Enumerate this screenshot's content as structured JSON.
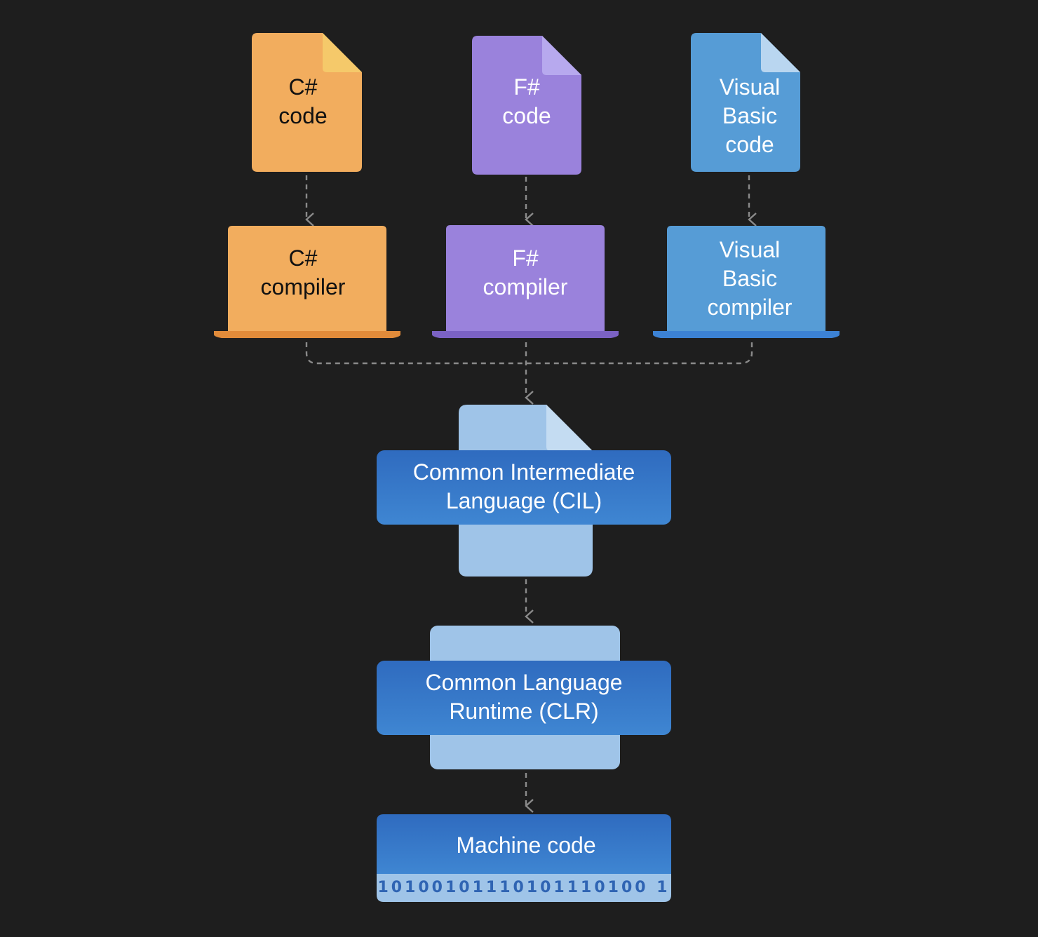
{
  "sources": [
    {
      "id": "csharp",
      "lines": [
        "C#",
        "code"
      ],
      "color": "#f2ad5e",
      "fold": "#f5c96a"
    },
    {
      "id": "fsharp",
      "lines": [
        "F#",
        "code"
      ],
      "color": "#9a82dc",
      "fold": "#b7a9ee"
    },
    {
      "id": "vb",
      "lines": [
        "Visual",
        "Basic",
        "code"
      ],
      "color": "#569cd6",
      "fold": "#b9d6f0"
    }
  ],
  "compilers": [
    {
      "id": "csharp",
      "lines": [
        "C#",
        "compiler"
      ],
      "color": "#f2ad5e",
      "base": "#e18b3a"
    },
    {
      "id": "fsharp",
      "lines": [
        "F#",
        "compiler"
      ],
      "color": "#9a82dc",
      "base": "#7b62c4"
    },
    {
      "id": "vb",
      "lines": [
        "Visual",
        "Basic",
        "compiler"
      ],
      "color": "#569cd6",
      "base": "#3c82d4"
    }
  ],
  "cil": {
    "lines": [
      "Common Intermediate",
      "Language (CIL)"
    ]
  },
  "clr": {
    "lines": [
      "Common Language",
      "Runtime (CLR)"
    ]
  },
  "machine": {
    "title": "Machine code",
    "bits": "10100101110101110100 1"
  },
  "colors": {
    "background": "#1e1e1e",
    "connector": "#8a8a8a",
    "pale": "#9fc4e8",
    "deep": "#2f6bbf",
    "mid": "#3f86d2",
    "bitText": "#2f64b3"
  }
}
